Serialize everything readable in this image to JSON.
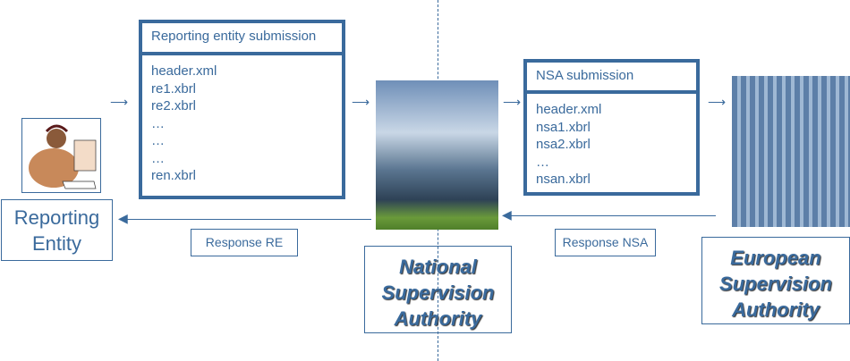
{
  "re_submission": {
    "title": "Reporting entity submission",
    "files": [
      "header.xml",
      "re1.xbrl",
      "re2.xbrl",
      "…",
      "…",
      "…",
      "ren.xbrl"
    ]
  },
  "nsa_submission": {
    "title": "NSA submission",
    "files": [
      "header.xml",
      "nsa1.xbrl",
      "nsa2.xbrl",
      "…",
      "nsan.xbrl"
    ]
  },
  "actors": {
    "reporting_entity": "Reporting Entity",
    "nsa": "National Supervision Authority",
    "esa": "European Supervision Authority"
  },
  "responses": {
    "re": "Response RE",
    "nsa": "Response NSA"
  },
  "colors": {
    "accent": "#3a6a9c"
  }
}
